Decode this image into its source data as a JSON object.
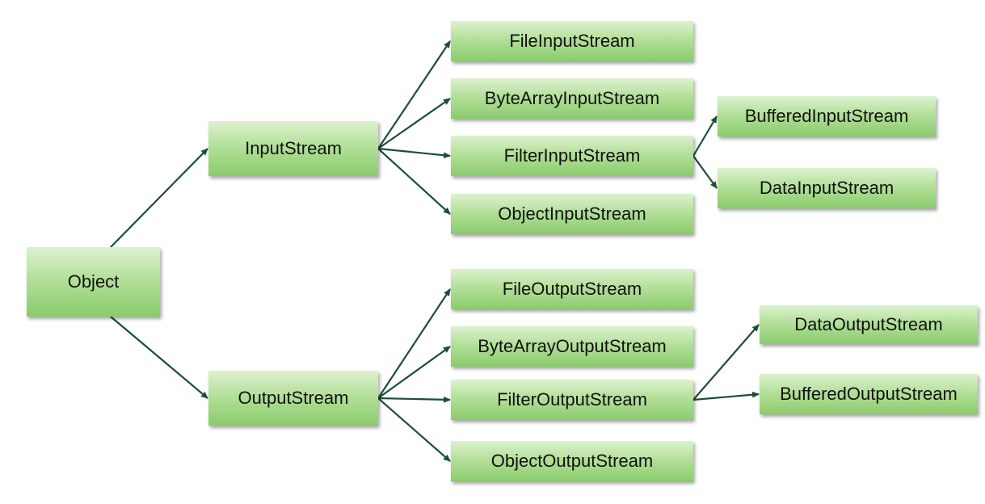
{
  "nodes": {
    "object": "Object",
    "inputstream": "InputStream",
    "outputstream": "OutputStream",
    "fileinputstream": "FileInputStream",
    "bytearrayinputstream": "ByteArrayInputStream",
    "filterinputstream": "FilterInputStream",
    "objectinputstream": "ObjectInputStream",
    "bufferedinputstream": "BufferedInputStream",
    "datainputstream": "DataInputStream",
    "fileoutputstream": "FileOutputStream",
    "bytearrayoutputstream": "ByteArrayOutputStream",
    "filteroutputstream": "FilterOutputStream",
    "objectoutputstream": "ObjectOutputStream",
    "dataoutputstream": "DataOutputStream",
    "bufferedoutputstream": "BufferedOutputStream"
  },
  "edges": [
    {
      "from": "object",
      "to": "inputstream"
    },
    {
      "from": "object",
      "to": "outputstream"
    },
    {
      "from": "inputstream",
      "to": "fileinputstream"
    },
    {
      "from": "inputstream",
      "to": "bytearrayinputstream"
    },
    {
      "from": "inputstream",
      "to": "filterinputstream"
    },
    {
      "from": "inputstream",
      "to": "objectinputstream"
    },
    {
      "from": "filterinputstream",
      "to": "bufferedinputstream"
    },
    {
      "from": "filterinputstream",
      "to": "datainputstream"
    },
    {
      "from": "outputstream",
      "to": "fileoutputstream"
    },
    {
      "from": "outputstream",
      "to": "bytearrayoutputstream"
    },
    {
      "from": "outputstream",
      "to": "filteroutputstream"
    },
    {
      "from": "outputstream",
      "to": "objectoutputstream"
    },
    {
      "from": "filteroutputstream",
      "to": "dataoutputstream"
    },
    {
      "from": "filteroutputstream",
      "to": "bufferedoutputstream"
    }
  ],
  "colors": {
    "edge": "#1e4d3a",
    "node_top": "#dcf2cf",
    "node_bottom": "#8acb6c",
    "text": "#111111"
  }
}
